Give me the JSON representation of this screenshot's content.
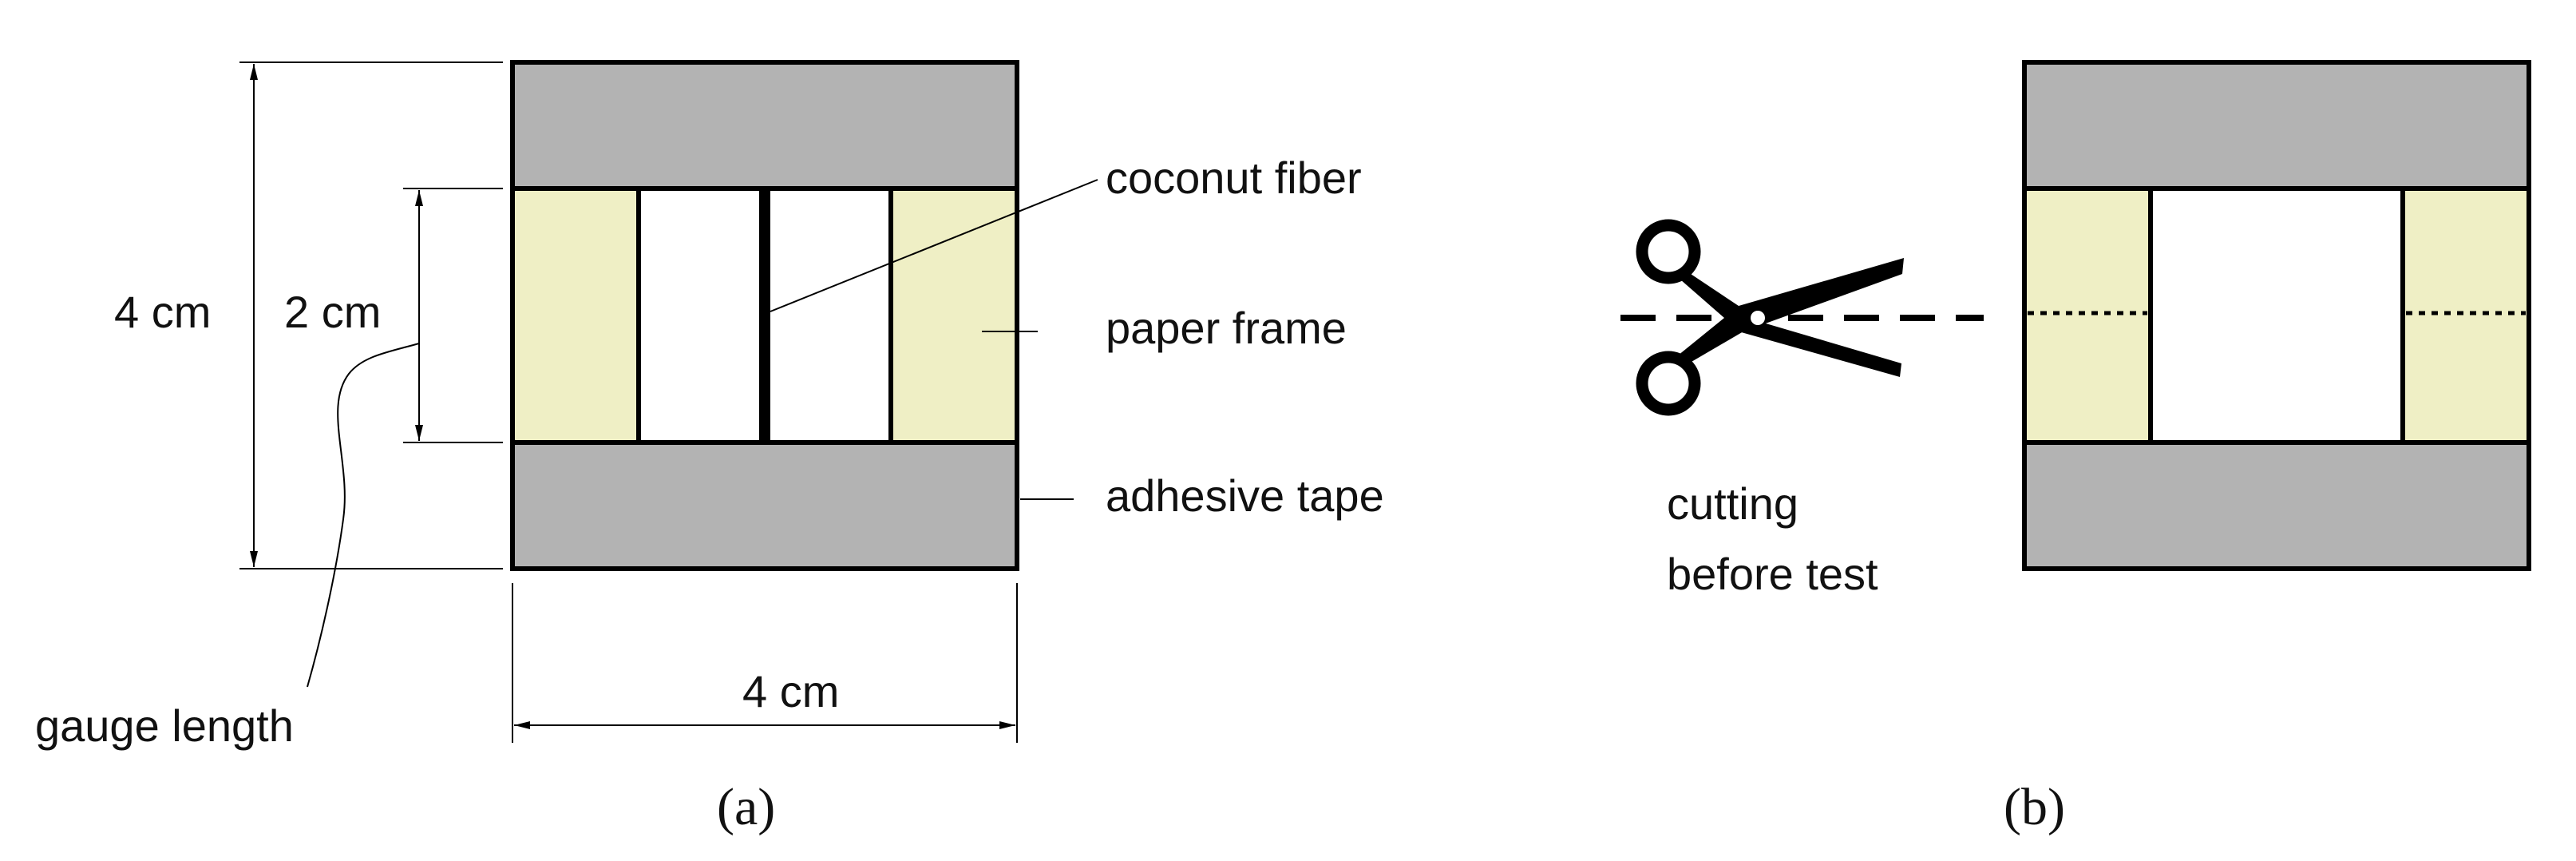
{
  "panel_a": {
    "caption": "(a)",
    "dim_height_outer": "4 cm",
    "dim_height_gauge": "2 cm",
    "dim_width": "4 cm",
    "label_fiber": "coconut fiber",
    "label_paper": "paper frame",
    "label_tape": "adhesive tape",
    "label_gauge": "gauge length"
  },
  "panel_b": {
    "caption": "(b)",
    "cutting_line1": "cutting",
    "cutting_line2": "before test"
  },
  "colors": {
    "tape": "#b3b3b3",
    "paper": "#efefc5",
    "line": "#000000",
    "background": "#ffffff"
  },
  "icons": {
    "scissors": "scissors-icon"
  }
}
